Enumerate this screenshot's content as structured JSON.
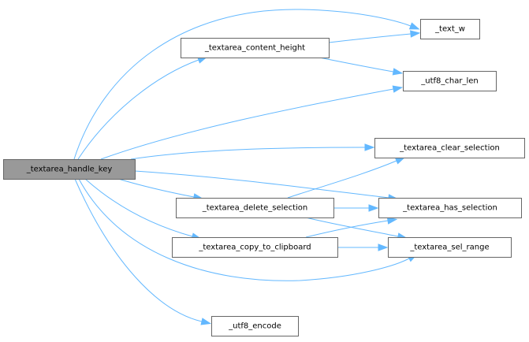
{
  "diagram": {
    "type": "call-graph",
    "root": "_textarea_handle_key",
    "nodes": [
      {
        "id": "handle_key",
        "label": "_textarea_handle_key",
        "is_root": true
      },
      {
        "id": "content_height",
        "label": "_textarea_content_height"
      },
      {
        "id": "text_w",
        "label": "_text_w"
      },
      {
        "id": "utf8_char_len",
        "label": "_utf8_char_len"
      },
      {
        "id": "clear_selection",
        "label": "_textarea_clear_selection"
      },
      {
        "id": "delete_selection",
        "label": "_textarea_delete_selection"
      },
      {
        "id": "has_selection",
        "label": "_textarea_has_selection"
      },
      {
        "id": "copy_to_clipboard",
        "label": "_textarea_copy_to_clipboard"
      },
      {
        "id": "sel_range",
        "label": "_textarea_sel_range"
      },
      {
        "id": "utf8_encode",
        "label": "_utf8_encode"
      }
    ],
    "edges": [
      {
        "from": "handle_key",
        "to": "text_w"
      },
      {
        "from": "handle_key",
        "to": "content_height"
      },
      {
        "from": "handle_key",
        "to": "utf8_char_len"
      },
      {
        "from": "handle_key",
        "to": "clear_selection"
      },
      {
        "from": "handle_key",
        "to": "delete_selection"
      },
      {
        "from": "handle_key",
        "to": "has_selection"
      },
      {
        "from": "handle_key",
        "to": "copy_to_clipboard"
      },
      {
        "from": "handle_key",
        "to": "sel_range"
      },
      {
        "from": "handle_key",
        "to": "utf8_encode"
      },
      {
        "from": "content_height",
        "to": "text_w"
      },
      {
        "from": "content_height",
        "to": "utf8_char_len"
      },
      {
        "from": "delete_selection",
        "to": "clear_selection"
      },
      {
        "from": "delete_selection",
        "to": "has_selection"
      },
      {
        "from": "delete_selection",
        "to": "sel_range"
      },
      {
        "from": "copy_to_clipboard",
        "to": "has_selection"
      },
      {
        "from": "copy_to_clipboard",
        "to": "sel_range"
      }
    ],
    "colors": {
      "edge": "#63b8ff",
      "root_fill": "#999999",
      "node_fill": "#ffffff",
      "node_border": "#666666"
    }
  }
}
